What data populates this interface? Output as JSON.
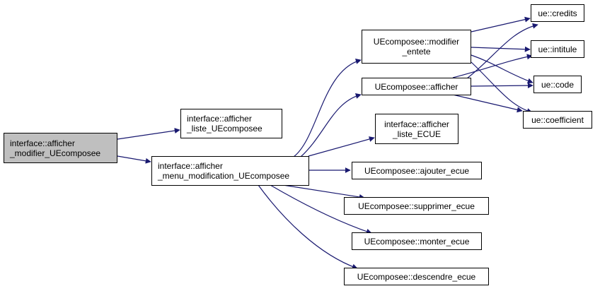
{
  "colors": {
    "edge": "#191970",
    "node_border": "#000000",
    "root_fill": "#bfbfbf",
    "node_fill": "#ffffff"
  },
  "nodes": {
    "root": {
      "line1": "interface::afficher",
      "line2": "_modifier_UEcomposee"
    },
    "afficher_liste_uecomposee": {
      "line1": "interface::afficher",
      "line2": "_liste_UEcomposee"
    },
    "afficher_menu_modification": {
      "line1": "interface::afficher",
      "line2": "_menu_modification_UEcomposee"
    },
    "modifier_entete": {
      "line1": "UEcomposee::modifier",
      "line2": "_entete"
    },
    "uecomposee_afficher": {
      "line1": "UEcomposee::afficher"
    },
    "afficher_liste_ecue": {
      "line1": "interface::afficher",
      "line2": "_liste_ECUE"
    },
    "ajouter_ecue": {
      "line1": "UEcomposee::ajouter_ecue"
    },
    "supprimer_ecue": {
      "line1": "UEcomposee::supprimer_ecue"
    },
    "monter_ecue": {
      "line1": "UEcomposee::monter_ecue"
    },
    "descendre_ecue": {
      "line1": "UEcomposee::descendre_ecue"
    },
    "ue_credits": {
      "line1": "ue::credits"
    },
    "ue_intitule": {
      "line1": "ue::intitule"
    },
    "ue_code": {
      "line1": "ue::code"
    },
    "ue_coefficient": {
      "line1": "ue::coefficient"
    }
  }
}
